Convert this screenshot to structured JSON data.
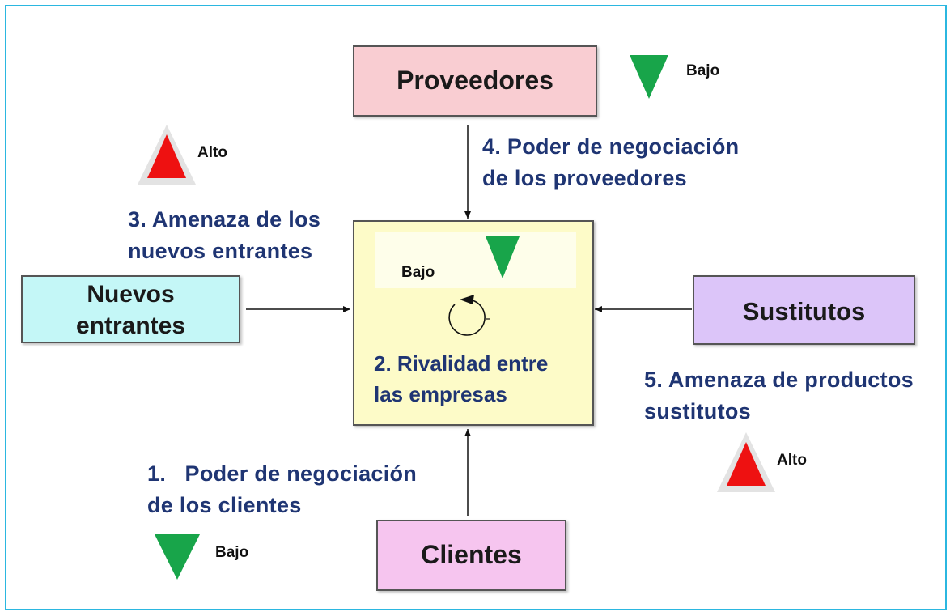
{
  "boxes": {
    "suppliers": "Proveedores",
    "new_entrants_line1": "Nuevos",
    "new_entrants_line2": "entrantes",
    "substitutes": "Sustitutos",
    "clients": "Clientes"
  },
  "center": {
    "rivalry_line1": "2. Rivalidad entre",
    "rivalry_line2": "las empresas",
    "level": "Bajo",
    "trend": "down"
  },
  "forces": {
    "supplier_power": {
      "line1": "4. Poder de negociación",
      "line2": "de los proveedores",
      "level": "Bajo",
      "trend": "down"
    },
    "new_entrants_threat": {
      "line1": "3. Amenaza de los",
      "line2": "nuevos entrantes",
      "level": "Alto",
      "trend": "up"
    },
    "substitutes_threat": {
      "line1": "5. Amenaza de productos",
      "line2": "sustitutos",
      "level": "Alto",
      "trend": "up"
    },
    "client_power": {
      "line1": "1.   Poder de negociación",
      "line2": "de los clientes",
      "level": "Bajo",
      "trend": "down"
    }
  },
  "colors": {
    "frame": "#2bb7e0",
    "suppliers_fill": "#f9cdd2",
    "new_entrants_fill": "#c4f7f7",
    "substitutes_fill": "#dcc5f9",
    "clients_fill": "#f6c5ef",
    "center_fill": "#fdfbc8",
    "force_text": "#1f3573",
    "down_triangle": "#18a54a",
    "up_triangle": "#ee1111"
  }
}
